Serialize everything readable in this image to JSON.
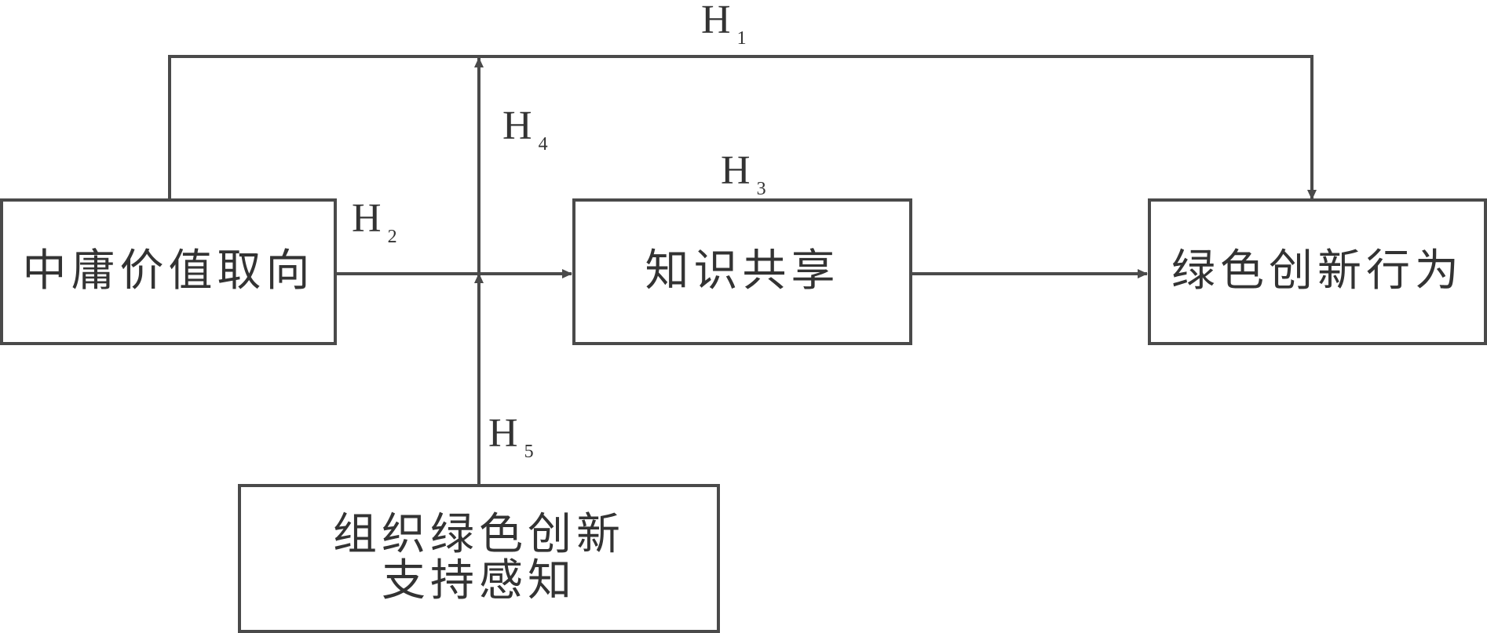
{
  "nodes": {
    "zhongyong": "中庸价值取向",
    "knowledge_sharing": "知识共享",
    "green_innovation": "绿色创新行为",
    "org_support_line1": "组织绿色创新",
    "org_support_line2": "支持感知"
  },
  "hypotheses": {
    "h1": {
      "letter": "H",
      "sub": "1"
    },
    "h2": {
      "letter": "H",
      "sub": "2"
    },
    "h3": {
      "letter": "H",
      "sub": "3"
    },
    "h4": {
      "letter": "H",
      "sub": "4"
    },
    "h5": {
      "letter": "H",
      "sub": "5"
    }
  },
  "colors": {
    "line": "#4a4a4a",
    "text": "#333333"
  }
}
